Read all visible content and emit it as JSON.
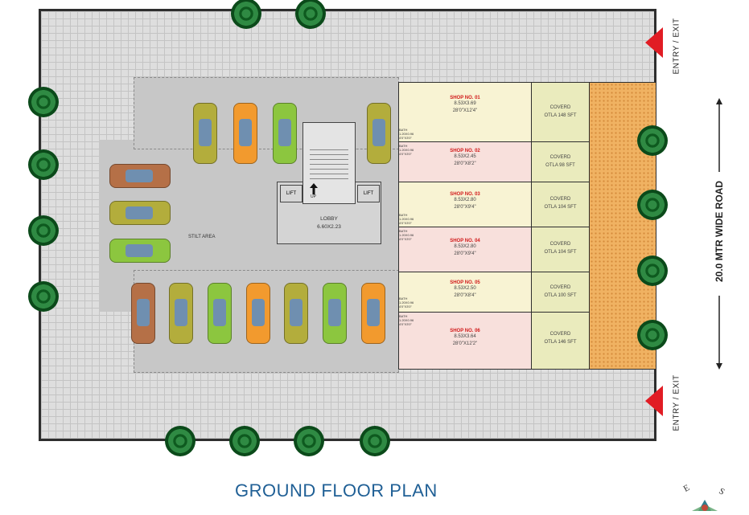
{
  "title": "GROUND FLOOR PLAN",
  "road_label": "20.0 MTR WIDE ROAD",
  "entry_exit": [
    "ENTRY / EXIT",
    "ENTRY / EXIT"
  ],
  "stilt_label": "STILT AREA",
  "lobby": {
    "label": "LOBBY",
    "size": "6.60X2.23"
  },
  "lift_labels": [
    "LIFT",
    "LIFT"
  ],
  "up_label": "UP",
  "compass_letters": [
    "E",
    "S"
  ],
  "shops": [
    {
      "name": "SHOP NO. 01",
      "metric": "8.53X3.69",
      "imperial": "28'0\"X12'4\"",
      "otla_title": "COVERD",
      "otla_area": "OTLA 148 SFT"
    },
    {
      "name": "SHOP NO. 02",
      "metric": "8.53X2.45",
      "imperial": "28'0\"X8'2\"",
      "otla_title": "COVERD",
      "otla_area": "OTLA 98 SFT"
    },
    {
      "name": "SHOP NO. 03",
      "metric": "8.53X2.80",
      "imperial": "28'0\"X9'4\"",
      "otla_title": "COVERD",
      "otla_area": "OTLA 104 SFT"
    },
    {
      "name": "SHOP NO. 04",
      "metric": "8.53X2.80",
      "imperial": "28'0\"X9'4\"",
      "otla_title": "COVERD",
      "otla_area": "OTLA 104 SFT"
    },
    {
      "name": "SHOP NO. 05",
      "metric": "8.53X2.50",
      "imperial": "28'0\"X8'4\"",
      "otla_title": "COVERD",
      "otla_area": "OTLA 100 SFT"
    },
    {
      "name": "SHOP NO. 06",
      "metric": "8.53X3.64",
      "imperial": "28'0\"X12'2\"",
      "otla_title": "COVERD",
      "otla_area": "OTLA 146 SFT"
    }
  ],
  "bath_labels": [
    [
      "BATH",
      "1.20X0.96",
      "4'0\"X3'0\""
    ],
    [
      "BATH",
      "1.20X0.96",
      "4'0\"X3'0\""
    ],
    [
      "BATH",
      "1.20X0.96",
      "4'0\"X3'0\""
    ],
    [
      "BATH",
      "1.20X0.96",
      "4'0\"X3'0\""
    ],
    [
      "BATH",
      "1.20X0.96",
      "4'0\"X3'0\""
    ],
    [
      "BATH",
      "1.20X0.96",
      "4'0\"X3'0\""
    ]
  ],
  "colors": {
    "shop_odd": "#f8f3d3",
    "shop_even": "#f8e0dc",
    "otla": "#eaebbd",
    "front_margin": "#f0b262",
    "entry_arrow": "#e11c24",
    "title": "#1f5f95",
    "tree": "#0b4a1a"
  },
  "icons": [
    "tree-icon",
    "car-icon",
    "entry-arrow-icon",
    "up-arrow-icon",
    "compass-icon"
  ]
}
